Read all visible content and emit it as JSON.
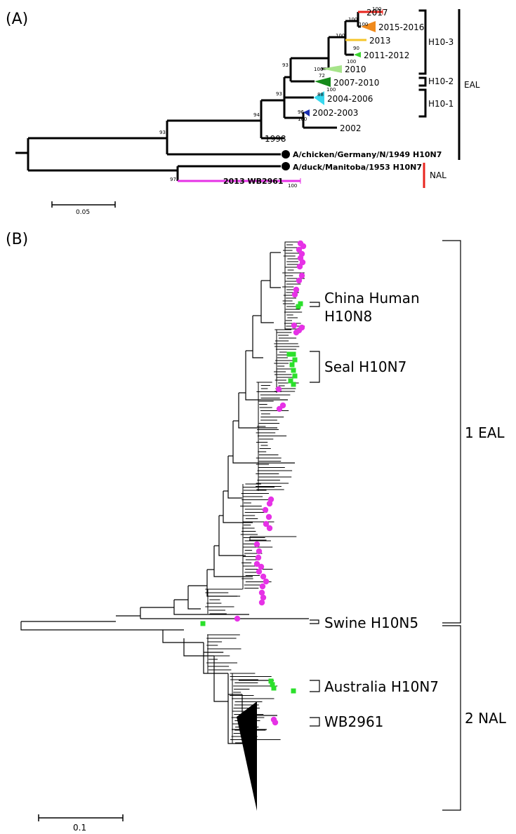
{
  "panel_a": {
    "label": "(A)",
    "tips": [
      "2017",
      "2015-2016",
      "2013",
      "2011-2012",
      "2010",
      "2007-2010",
      "2004-2006",
      "2002-2003",
      "2002",
      "1998"
    ],
    "ref_strains": [
      "A/chicken/Germany/N/1949 H10N7",
      "A/duck/Manitoba/1953 H10N7",
      "2013 WB2961"
    ],
    "bootstraps": [
      "100",
      "100",
      "100",
      "90",
      "100",
      "100",
      "72",
      "93",
      "88",
      "93",
      "96",
      "100",
      "94",
      "93",
      "97",
      "100"
    ],
    "subgroups": [
      "H10-3",
      "H10-2",
      "H10-1"
    ],
    "lineages": [
      "EAL",
      "NAL"
    ],
    "scale": "0.05",
    "colors": {
      "2017": "#e8251e",
      "2015-2016": "#f08a1c",
      "2013": "#f5c52a",
      "2011-2012": "#3ad42e",
      "2010": "#a6e48a",
      "2007-2010": "#168a1a",
      "2004-2006": "#38d8ee",
      "2002-2003": "#1a2fb0",
      "wb2961": "#e632e6",
      "nal_bar": "#e8251e"
    }
  },
  "panel_b": {
    "label": "(B)",
    "clade_labels": [
      "China Human",
      "H10N8",
      "Seal H10N7",
      "Swine H10N5",
      "Australia H10N7",
      "WB2961"
    ],
    "lineages": [
      "1 EAL",
      "2 NAL"
    ],
    "scale": "0.1",
    "colors": {
      "magenta": "#e632e6",
      "green": "#2be02b"
    }
  }
}
